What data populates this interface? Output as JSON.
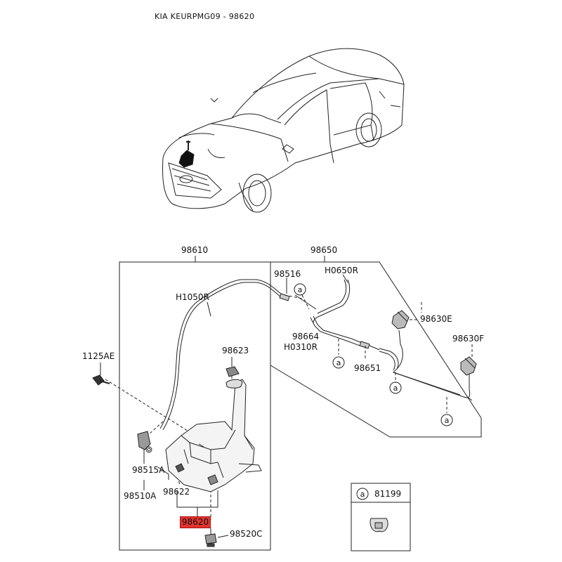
{
  "title": "KIA KEURPMG09 - 98620",
  "highlight": {
    "part": "98620",
    "color": "#e2332f"
  },
  "labels": {
    "p98610": "98610",
    "p98650": "98650",
    "p98516": "98516",
    "h0650r": "H0650R",
    "h1050r": "H1050R",
    "p98630e": "98630E",
    "p98630f": "98630F",
    "p98664": "98664",
    "h0310r": "H0310R",
    "p98651": "98651",
    "p1125ae": "1125AE",
    "p98623": "98623",
    "p98515a": "98515A",
    "p98510a": "98510A",
    "p98622": "98622",
    "p98520c": "98520C",
    "p81199": "81199",
    "callout_a": "a"
  }
}
